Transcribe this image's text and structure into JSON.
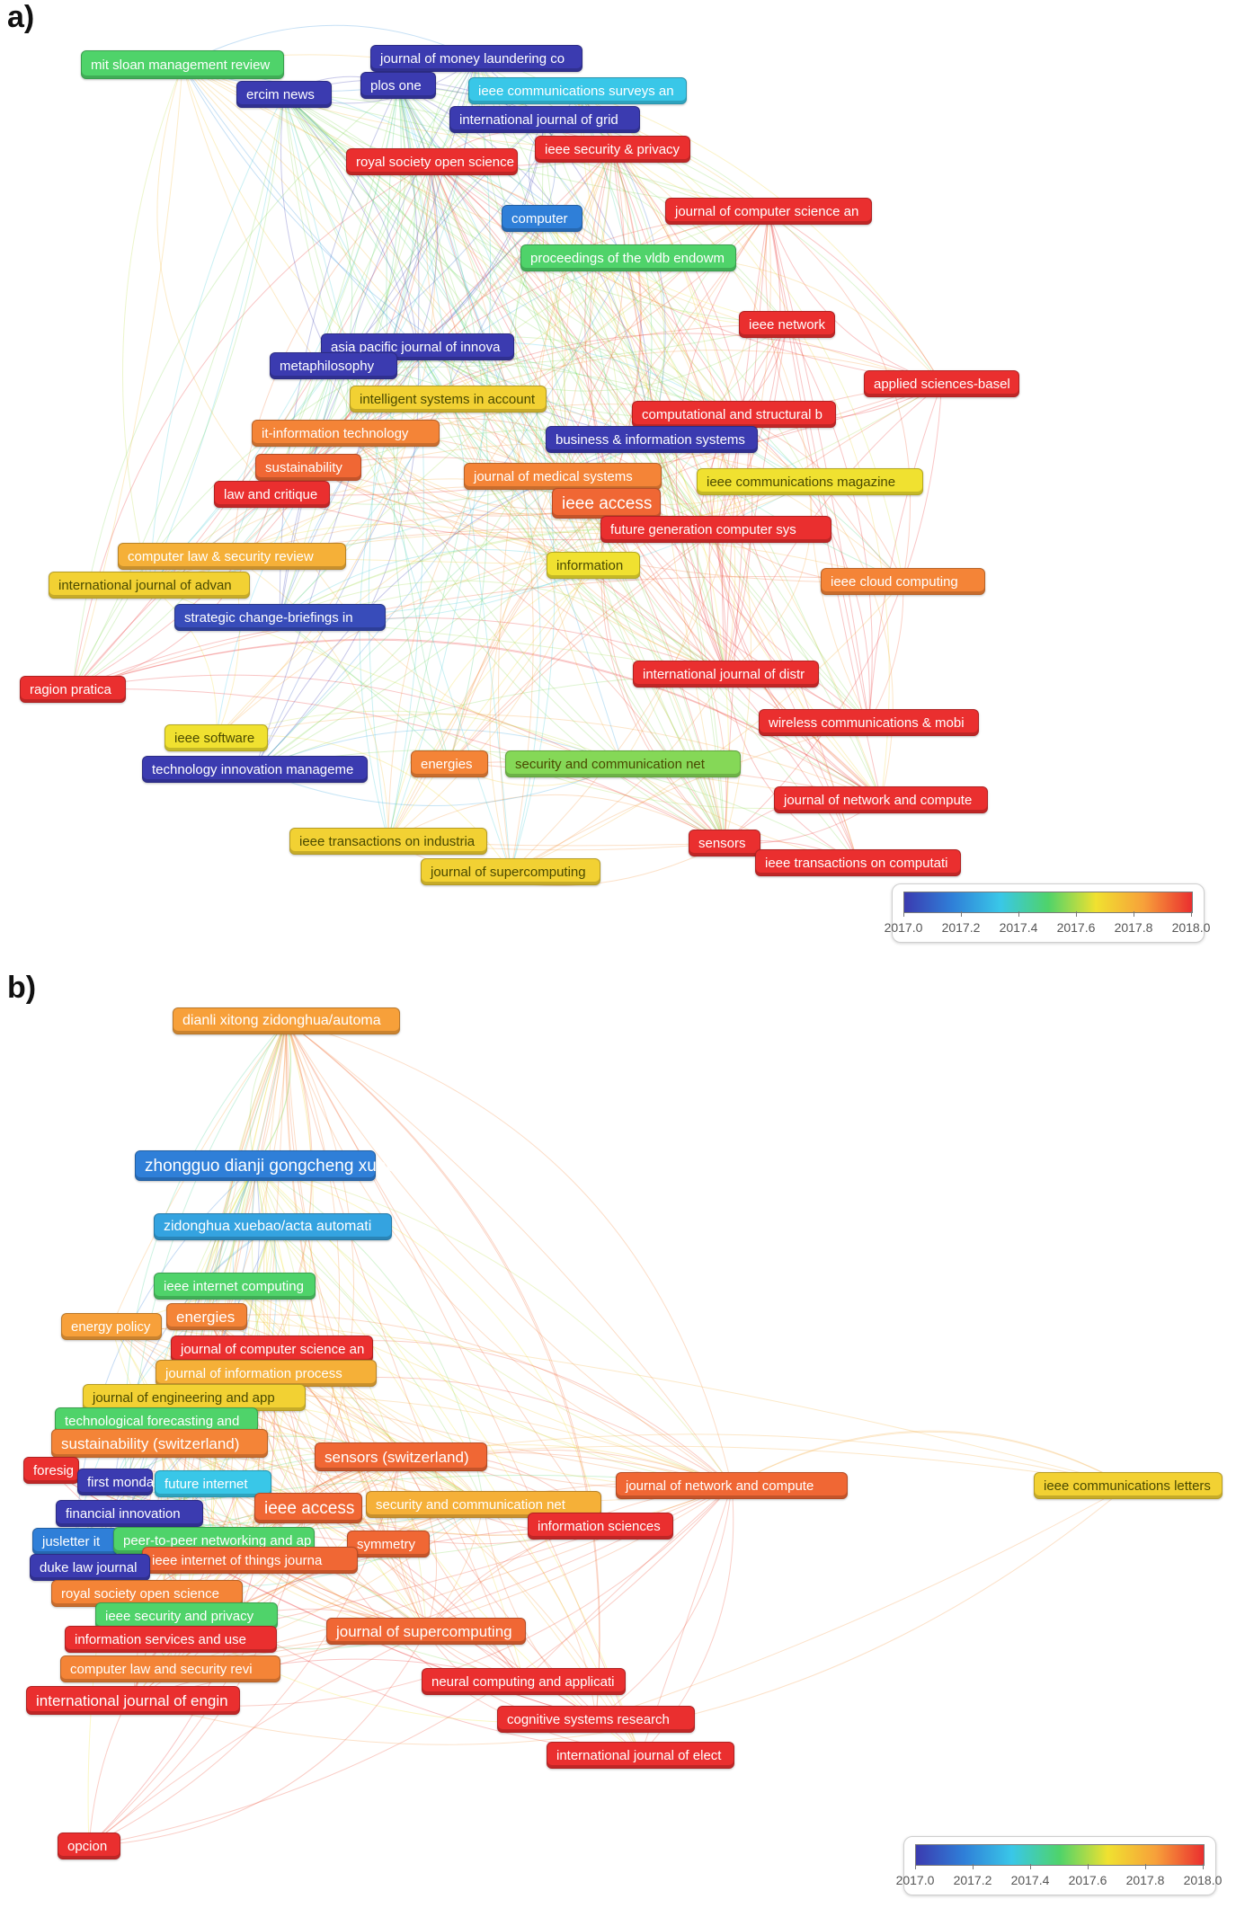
{
  "panel_a": {
    "label": "a)",
    "legend_ticks": [
      "2017.0",
      "2017.2",
      "2017.4",
      "2017.6",
      "2017.8",
      "2018.0"
    ],
    "nodes": [
      {
        "label": "mit sloan management review",
        "year": 2017.45
      },
      {
        "label": "journal of money laundering co",
        "year": 2017.0
      },
      {
        "label": "ercim news",
        "year": 2017.0
      },
      {
        "label": "plos one",
        "year": 2017.0
      },
      {
        "label": "ieee communications surveys an",
        "year": 2017.3
      },
      {
        "label": "international journal of grid",
        "year": 2017.0
      },
      {
        "label": "royal society open science",
        "year": 2018.0
      },
      {
        "label": "ieee security & privacy",
        "year": 2018.0
      },
      {
        "label": "journal of computer science an",
        "year": 2018.0
      },
      {
        "label": "computer",
        "year": 2017.2
      },
      {
        "label": "proceedings of the vldb endowm",
        "year": 2017.45
      },
      {
        "label": "ieee network",
        "year": 2018.0
      },
      {
        "label": "applied sciences-basel",
        "year": 2018.0
      },
      {
        "label": "asia pacific journal of innova",
        "year": 2017.0
      },
      {
        "label": "metaphilosophy",
        "year": 2017.0
      },
      {
        "label": "intelligent systems in account",
        "year": 2017.65
      },
      {
        "label": "computational and structural b",
        "year": 2018.0
      },
      {
        "label": "it-information technology",
        "year": 2017.85
      },
      {
        "label": "business & information systems",
        "year": 2017.0
      },
      {
        "label": "sustainability",
        "year": 2017.9
      },
      {
        "label": "journal of medical systems",
        "year": 2017.85
      },
      {
        "label": "ieee communications magazine",
        "year": 2017.6
      },
      {
        "label": "law and critique",
        "year": 2018.0
      },
      {
        "label": "ieee access",
        "year": 2017.9
      },
      {
        "label": "future generation computer sys",
        "year": 2018.0
      },
      {
        "label": "computer law & security review",
        "year": 2017.75
      },
      {
        "label": "information",
        "year": 2017.6
      },
      {
        "label": "ieee cloud computing",
        "year": 2017.85
      },
      {
        "label": "international journal of advan",
        "year": 2017.65
      },
      {
        "label": "strategic change-briefings in",
        "year": 2017.05
      },
      {
        "label": "international journal of distr",
        "year": 2018.0
      },
      {
        "label": "ragion pratica",
        "year": 2018.0
      },
      {
        "label": "wireless communications & mobi",
        "year": 2018.0
      },
      {
        "label": "ieee software",
        "year": 2017.6
      },
      {
        "label": "technology innovation manageme",
        "year": 2017.0
      },
      {
        "label": "energies",
        "year": 2017.85
      },
      {
        "label": "security and communication net",
        "year": 2017.5
      },
      {
        "label": "journal of network and compute",
        "year": 2018.0
      },
      {
        "label": "ieee transactions on industria",
        "year": 2017.65
      },
      {
        "label": "sensors",
        "year": 2018.0
      },
      {
        "label": "journal of supercomputing",
        "year": 2017.65
      },
      {
        "label": "ieee transactions on computati",
        "year": 2018.0
      }
    ]
  },
  "panel_b": {
    "label": "b)",
    "legend_ticks": [
      "2017.0",
      "2017.2",
      "2017.4",
      "2017.6",
      "2017.8",
      "2018.0"
    ],
    "nodes": [
      {
        "label": "dianli xitong zidonghua/automa",
        "year": 2017.8
      },
      {
        "label": "zhongguo dianji gongcheng xueb",
        "year": 2017.2
      },
      {
        "label": "zidonghua xuebao/acta automati",
        "year": 2017.25
      },
      {
        "label": "ieee internet computing",
        "year": 2017.45
      },
      {
        "label": "energy policy",
        "year": 2017.8
      },
      {
        "label": "energies",
        "year": 2017.85
      },
      {
        "label": "journal of computer science an",
        "year": 2018.0
      },
      {
        "label": "journal of information process",
        "year": 2017.75
      },
      {
        "label": "journal of engineering and app",
        "year": 2017.65
      },
      {
        "label": "technological forecasting and",
        "year": 2017.45
      },
      {
        "label": "sustainability (switzerland)",
        "year": 2017.85
      },
      {
        "label": "sensors (switzerland)",
        "year": 2017.9
      },
      {
        "label": "foresig",
        "year": 2018.0
      },
      {
        "label": "first monda",
        "year": 2017.0
      },
      {
        "label": "future internet",
        "year": 2017.3
      },
      {
        "label": "journal of network and compute",
        "year": 2017.9
      },
      {
        "label": "ieee communications letters",
        "year": 2017.65
      },
      {
        "label": "financial innovation",
        "year": 2017.0
      },
      {
        "label": "ieee access",
        "year": 2017.9
      },
      {
        "label": "security and communication net",
        "year": 2017.75
      },
      {
        "label": "information sciences",
        "year": 2018.0
      },
      {
        "label": "jusletter it",
        "year": 2017.2
      },
      {
        "label": "peer-to-peer networking and ap",
        "year": 2017.45
      },
      {
        "label": "symmetry",
        "year": 2017.9
      },
      {
        "label": "ieee internet of things journa",
        "year": 2017.9
      },
      {
        "label": "duke law journal",
        "year": 2017.0
      },
      {
        "label": "royal society open science",
        "year": 2017.85
      },
      {
        "label": "ieee security and privacy",
        "year": 2017.45
      },
      {
        "label": "information services and use",
        "year": 2018.0
      },
      {
        "label": "journal of supercomputing",
        "year": 2017.9
      },
      {
        "label": "computer law and security revi",
        "year": 2017.85
      },
      {
        "label": "neural computing and applicati",
        "year": 2018.0
      },
      {
        "label": "international journal of engin",
        "year": 2018.0
      },
      {
        "label": "cognitive systems research",
        "year": 2018.0
      },
      {
        "label": "international journal of elect",
        "year": 2018.0
      },
      {
        "label": "opcion",
        "year": 2018.0
      }
    ]
  }
}
